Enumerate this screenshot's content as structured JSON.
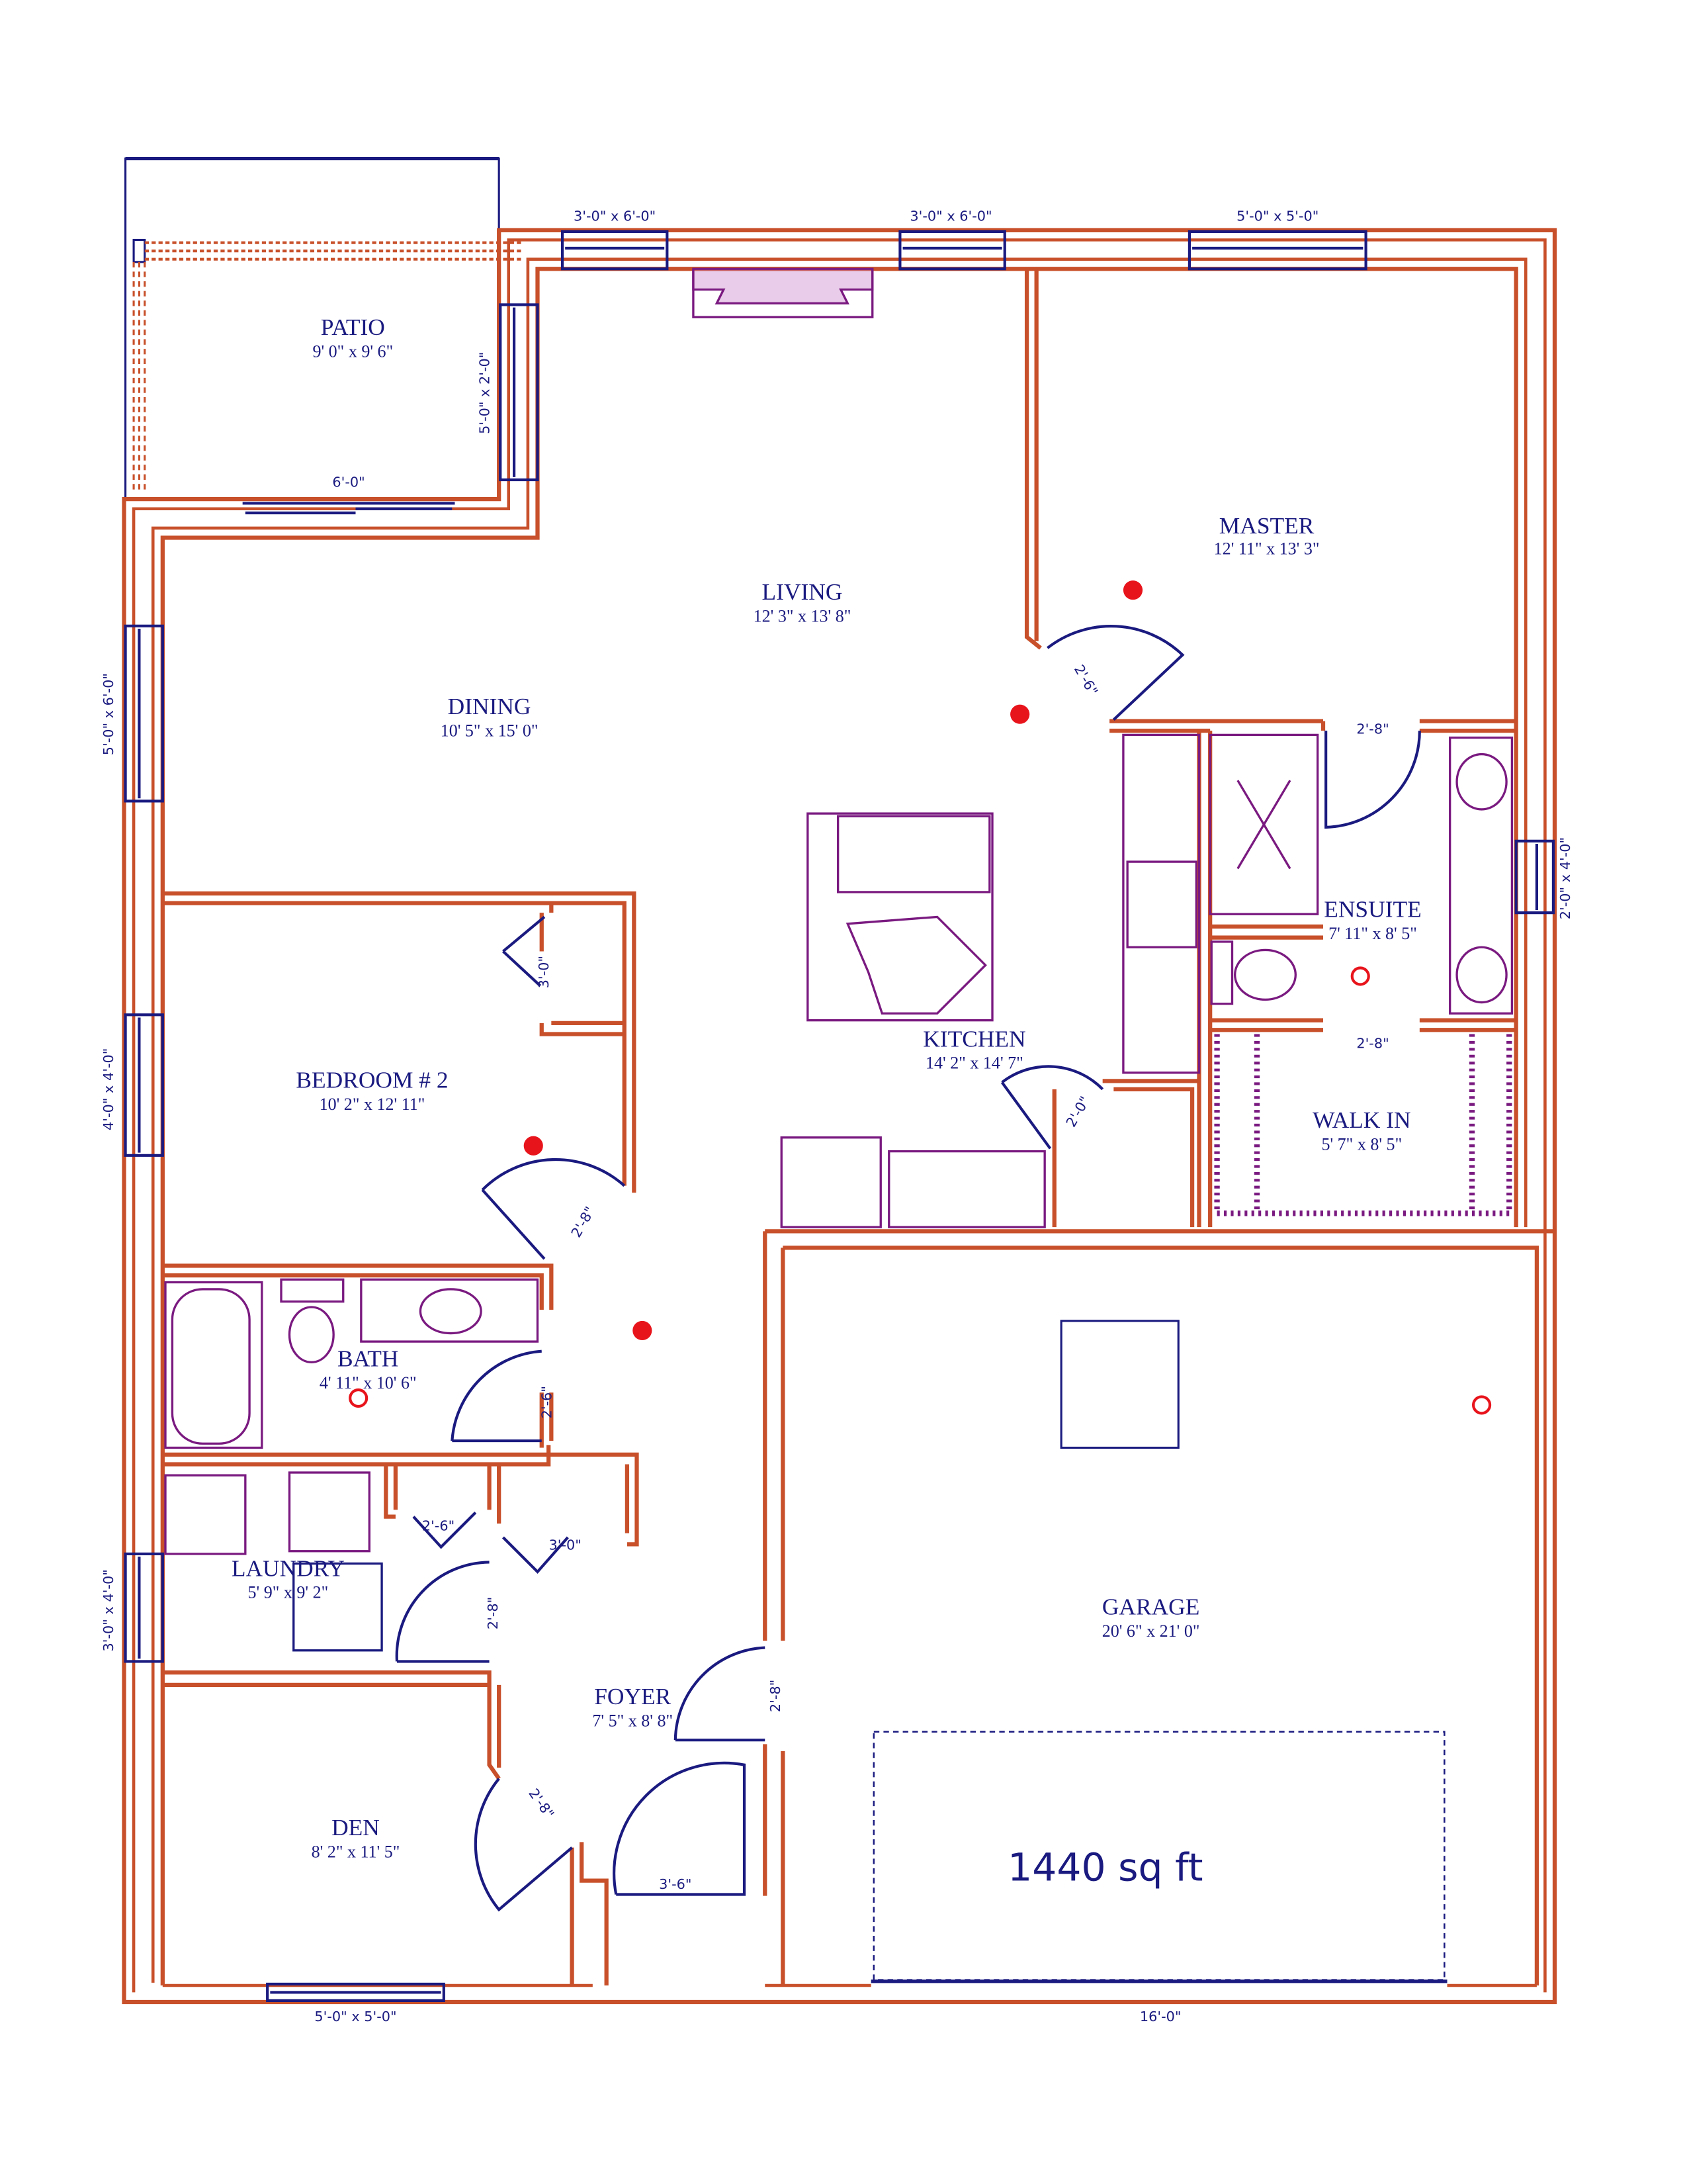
{
  "colors": {
    "wall": "#c8502a",
    "door_window": "#1a1a80",
    "fixture": "#7a1a80",
    "marker": "#e8141c"
  },
  "rooms": [
    {
      "name": "PATIO",
      "dims": "9' 0\" x 9' 6\""
    },
    {
      "name": "LIVING",
      "dims": "12' 3\" x 13' 8\""
    },
    {
      "name": "MASTER",
      "dims": "12' 11\" x 13' 3\""
    },
    {
      "name": "DINING",
      "dims": "10' 5\" x 15' 0\""
    },
    {
      "name": "BEDROOM # 2",
      "dims": "10' 2\" x 12' 11\""
    },
    {
      "name": "KITCHEN",
      "dims": "14' 2\" x 14' 7\""
    },
    {
      "name": "ENSUITE",
      "dims": "7' 11\" x 8' 5\""
    },
    {
      "name": "WALK IN",
      "dims": "5' 7\" x 8' 5\""
    },
    {
      "name": "BATH",
      "dims": "4' 11\" x 10' 6\""
    },
    {
      "name": "LAUNDRY",
      "dims": "5' 9\" x 9' 2\""
    },
    {
      "name": "GARAGE",
      "dims": "20' 6\" x 21' 0\""
    },
    {
      "name": "FOYER",
      "dims": "7' 5\" x 8' 8\""
    },
    {
      "name": "DEN",
      "dims": "8' 2\" x 11' 5\""
    }
  ],
  "windows": [
    "3'-0\" x 6'-0\"",
    "3'-0\" x 6'-0\"",
    "5'-0\" x 5'-0\"",
    "5'-0\" x 2'-0\"",
    "6'-0\"",
    "5'-0\" x 6'-0\"",
    "4'-0\" x 4'-0\"",
    "3'-0\" x 4'-0\"",
    "2'-0\" x 4'-0\"",
    "5'-0\" x 5'-0\"",
    "16'-0\""
  ],
  "doors": [
    "2'-6\"",
    "2'-8\"",
    "2'-8\"",
    "2'-0\"",
    "3'-0\"",
    "2'-8\"",
    "2'-6\"",
    "2'-6\"",
    "3'-0\"",
    "2'-8\"",
    "2'-8\"",
    "2'-8\"",
    "3'-6\""
  ],
  "total_area": "1440 sq ft"
}
